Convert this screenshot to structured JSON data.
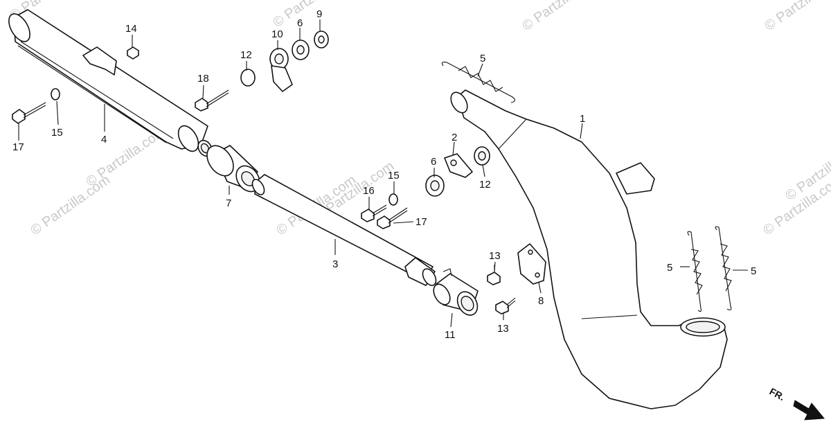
{
  "watermark": "© Partzilla.com",
  "direction_label": "FR.",
  "callouts": {
    "c1": "1",
    "c2": "2",
    "c3": "3",
    "c4": "4",
    "c5a": "5",
    "c5b": "5",
    "c5c": "5",
    "c6a": "6",
    "c6b": "6",
    "c7": "7",
    "c8": "8",
    "c9": "9",
    "c10": "10",
    "c11": "11",
    "c12a": "12",
    "c12b": "12",
    "c13a": "13",
    "c13b": "13",
    "c14": "14",
    "c15a": "15",
    "c15b": "15",
    "c16": "16",
    "c17a": "17",
    "c17b": "17",
    "c18": "18"
  },
  "colors": {
    "line": "#111111",
    "watermark": "#c9c9c9",
    "background": "#ffffff"
  }
}
